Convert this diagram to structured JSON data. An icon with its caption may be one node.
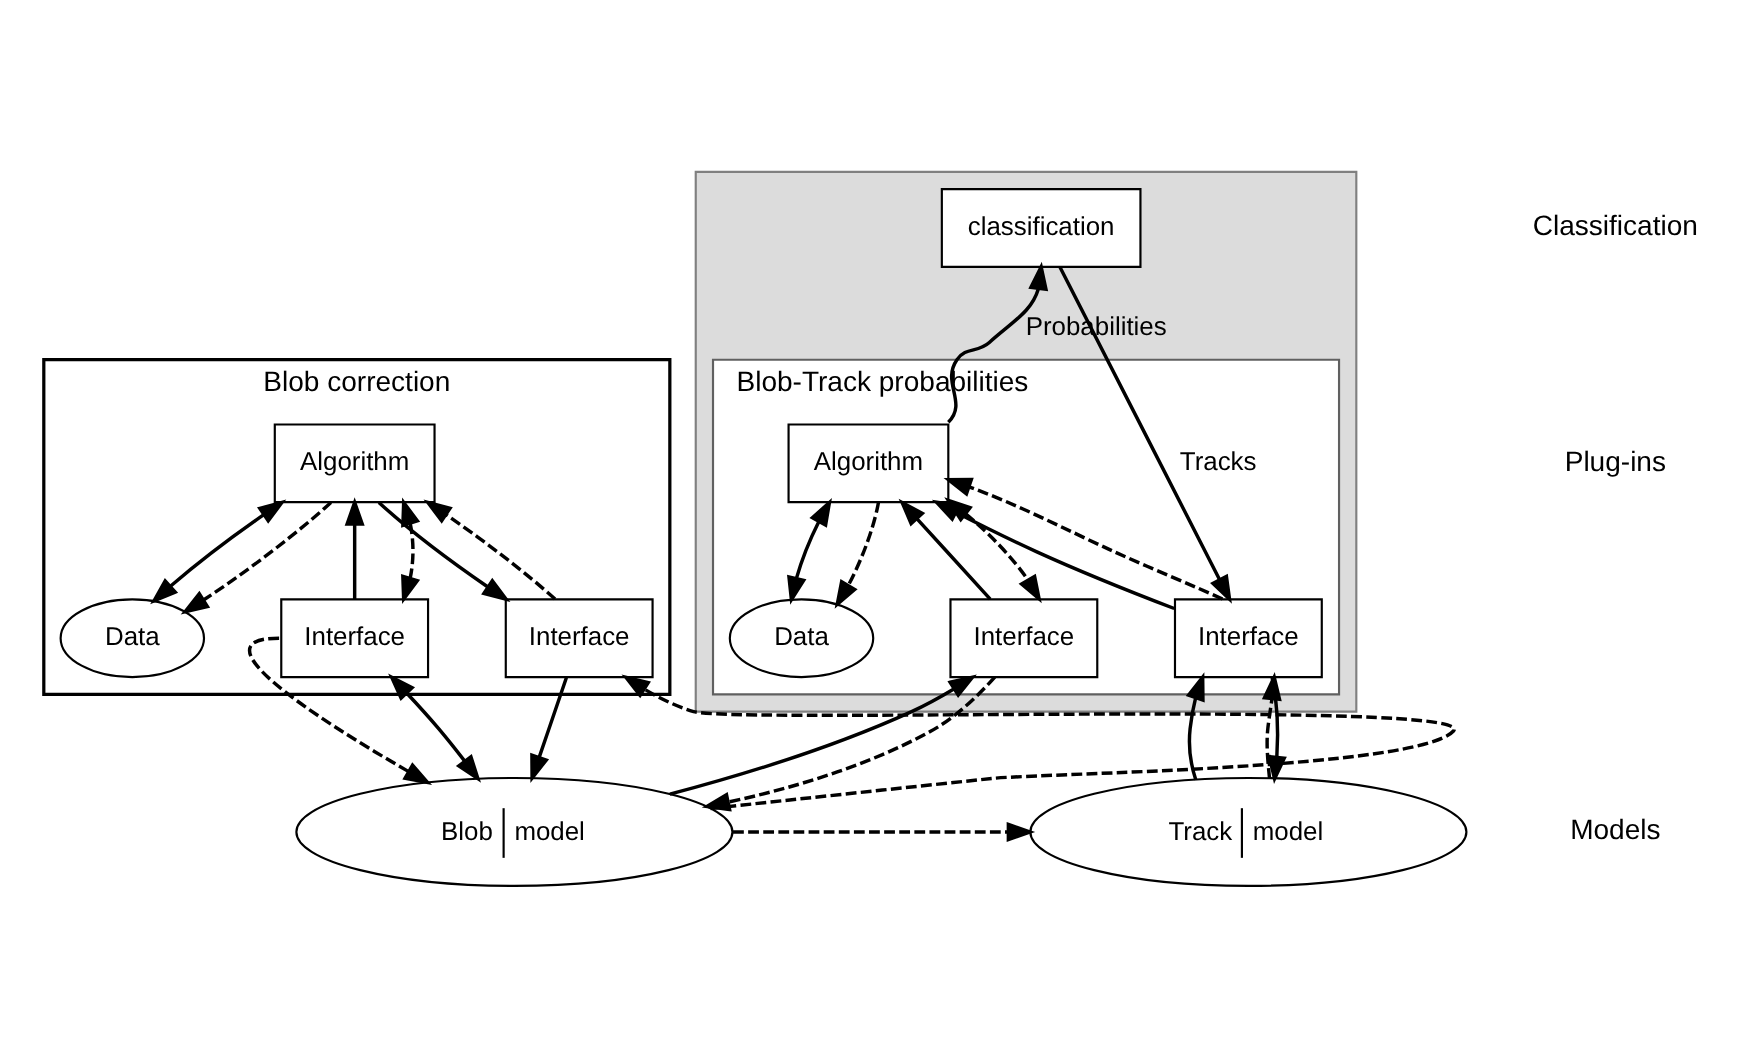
{
  "diagram": {
    "nodes": [
      {
        "text": [],
        "shape": "box"
      },
      {
        "text": [
          "classification"
        ],
        "in": 0
      },
      {
        "text": [
          "Blob correction"
        ]
      },
      {
        "text": [
          "Algorithm"
        ],
        "in": 2
      },
      {
        "text": [
          "Data"
        ],
        "in": 2
      },
      {
        "text": [
          "Interface"
        ],
        "in": 2
      },
      {
        "text": [
          "Interface"
        ],
        "in": 2
      },
      {
        "text": [
          "Blob-Track probabilities"
        ],
        "in": 0
      },
      {
        "text": [
          "Algorithm"
        ],
        "in": 7
      },
      {
        "text": [
          "Data"
        ],
        "in": 7
      },
      {
        "text": [
          "Interface"
        ],
        "in": 7
      },
      {
        "text": [
          "Interface"
        ],
        "in": 7
      },
      {
        "text": [
          "Blob",
          "model"
        ]
      },
      {
        "text": [
          "Track",
          "model"
        ]
      }
    ],
    "edges": [
      {
        "from": 5,
        "to": 3,
        "arrow": "to"
      },
      {
        "from": 3,
        "to": 5,
        "arrow": "both",
        "style": "dashed"
      },
      {
        "from": 3,
        "to": 6,
        "arrow": "to"
      },
      {
        "from": 6,
        "to": 3,
        "arrow": "to",
        "style": "dashed"
      },
      {
        "from": 3,
        "to": 4,
        "arrow": "both"
      },
      {
        "from": 3,
        "to": 4,
        "arrow": "to",
        "style": "dashed"
      },
      {
        "from": 12,
        "to": 5,
        "arrow": "both"
      },
      {
        "from": 5,
        "to": 12,
        "arrow": "to",
        "style": "dashed"
      },
      {
        "from": 6,
        "to": 12,
        "arrow": "to"
      },
      {
        "from": 12,
        "to": 6,
        "arrow": "to",
        "style": "dashed"
      },
      {
        "from": 12,
        "to": 10,
        "arrow": "to"
      },
      {
        "from": 10,
        "to": 12,
        "arrow": "to",
        "style": "dashed"
      },
      {
        "from": 10,
        "to": 8,
        "arrow": "to"
      },
      {
        "from": 8,
        "to": 10,
        "arrow": "both",
        "style": "dashed"
      },
      {
        "from": 11,
        "to": 8,
        "arrow": "to"
      },
      {
        "from": 11,
        "to": 8,
        "arrow": "to",
        "style": "dashed"
      },
      {
        "from": 8,
        "to": 9,
        "arrow": "both"
      },
      {
        "from": 8,
        "to": 9,
        "arrow": "to",
        "style": "dashed"
      },
      {
        "from": 8,
        "to": 1,
        "arrow": "to",
        "label": "Probabilities"
      },
      {
        "from": 1,
        "to": 11,
        "arrow": "to",
        "label": "Tracks"
      },
      {
        "from": 13,
        "to": 11,
        "arrow": "to"
      },
      {
        "from": 11,
        "to": 13,
        "arrow": "to"
      },
      {
        "from": 13,
        "to": 11,
        "arrow": "to",
        "style": "dashed"
      },
      {
        "from": 12,
        "to": 13,
        "arrow": "to",
        "style": "dashed"
      }
    ],
    "labels": [
      "Classification",
      "Plug-ins",
      "Models"
    ]
  }
}
